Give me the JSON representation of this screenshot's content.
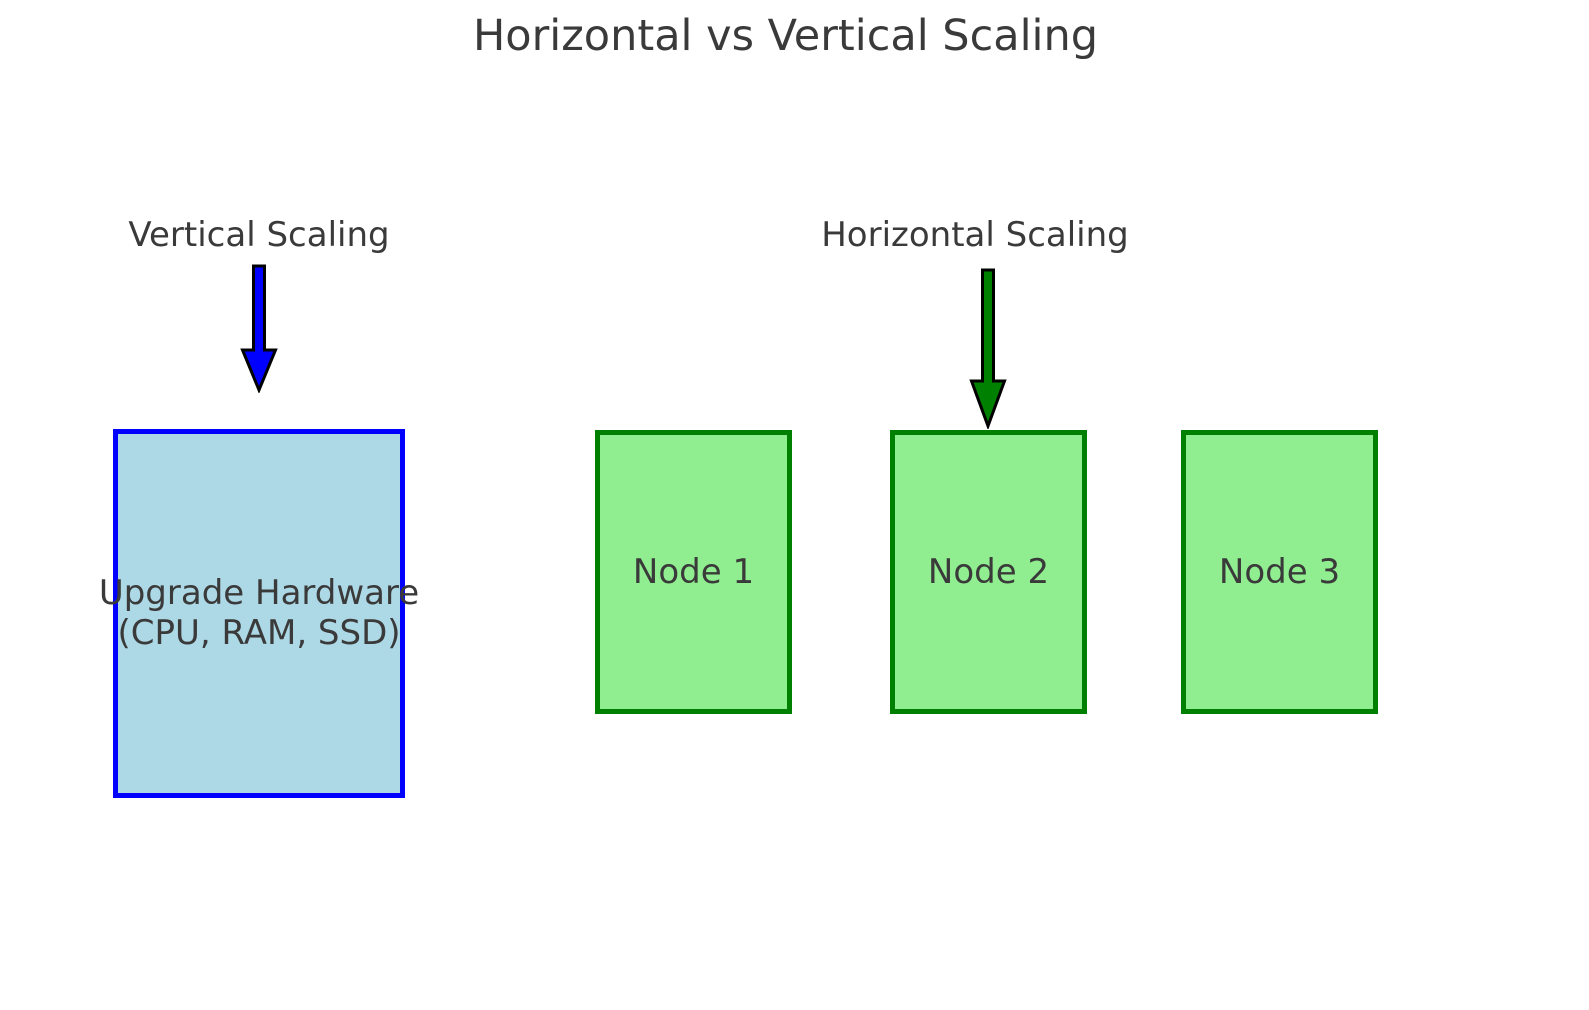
{
  "title": "Horizontal vs Vertical Scaling",
  "vertical": {
    "label": "Vertical Scaling",
    "box": {
      "line1": "Upgrade Hardware",
      "line2": "(CPU, RAM, SSD)"
    }
  },
  "horizontal": {
    "label": "Horizontal Scaling",
    "nodes": [
      {
        "label": "Node 1"
      },
      {
        "label": "Node 2"
      },
      {
        "label": "Node 3"
      }
    ]
  },
  "colors": {
    "background": "#ffffff",
    "text": "#3a3a3a",
    "vertical_arrow_fill": "#0000ff",
    "vertical_box_fill": "#add8e6",
    "vertical_box_border": "#0000ff",
    "horizontal_arrow_fill": "#008000",
    "node_fill": "#90ee90",
    "node_border": "#008000",
    "arrow_outline": "#000000"
  }
}
